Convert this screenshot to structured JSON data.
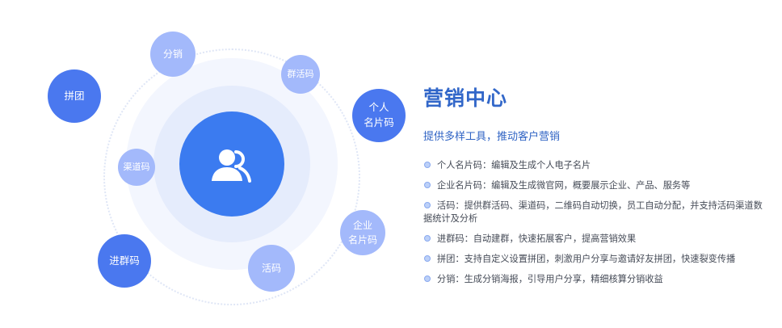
{
  "diagram": {
    "nodes": {
      "fenxiao": "分销",
      "qunhuoma": "群活码",
      "pintuan": "拼团",
      "geren_line1": "个人",
      "geren_line2": "名片码",
      "qudaoma": "渠道码",
      "qiye_line1": "企业",
      "qiye_line2": "名片码",
      "jinqunma": "进群码",
      "huoma": "活码"
    },
    "hub_icon": "users-icon"
  },
  "panel": {
    "title": "营销中心",
    "subtitle": "提供多样工具，推动客户营销",
    "features": [
      "个人名片码：编辑及生成个人电子名片",
      "企业名片码：编辑及生成微官网，概要展示企业、产品、服务等",
      "活码：提供群活码、渠道码，二维码自动切换，员工自动分配，并支持活码渠道数据统计及分析",
      "进群码：自动建群，快速拓展客户，提高营销效果",
      "拼团：支持自定义设置拼团，刺激用户分享与邀请好友拼团，快速裂变传播",
      "分销：生成分销海报，引导用户分享，精细核算分销收益"
    ]
  },
  "colors": {
    "hub": "#3b7bf0",
    "bubble_dark": "#4a78ef",
    "bubble_light": "#a3b9fb",
    "title": "#3267c9"
  }
}
